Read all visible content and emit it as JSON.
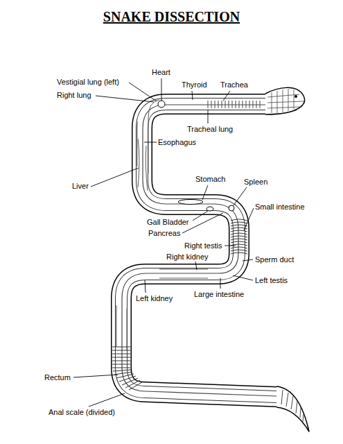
{
  "diagram": {
    "title": "SNAKE DISSECTION",
    "labels": [
      "Heart",
      "Vestigial lung (left)",
      "Thyroid",
      "Trachea",
      "Right lung",
      "Tracheal lung",
      "Esophagus",
      "Stomach",
      "Liver",
      "Spleen",
      "Small intestine",
      "Gall Bladder",
      "Pancreas",
      "Right testis",
      "Right kidney",
      "Sperm duct",
      "Left testis",
      "Large intestine",
      "Left kidney",
      "Rectum",
      "Anal scale (divided)"
    ]
  }
}
